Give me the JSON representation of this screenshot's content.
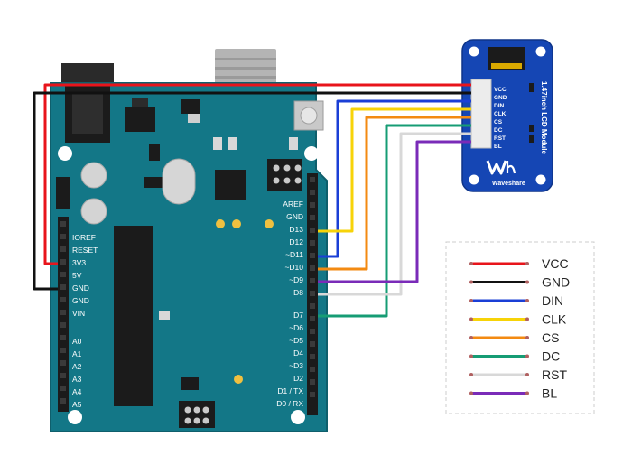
{
  "board": {
    "pins_left": [
      "IOREF",
      "RESET",
      "3V3",
      "5V",
      "GND",
      "GND",
      "VIN",
      "",
      "A0",
      "A1",
      "A2",
      "A3",
      "A4",
      "A5"
    ],
    "pins_right": [
      "AREF",
      "GND",
      "D13",
      "D12",
      "~D11",
      "~D10",
      "~D9",
      "D8",
      "",
      "D7",
      "~D6",
      "~D5",
      "D4",
      "~D3",
      "D2",
      "D1 / TX",
      "D0 / RX"
    ]
  },
  "module": {
    "title": "1.47inch LCD Module",
    "brand": "Waveshare",
    "pins": [
      "VCC",
      "GND",
      "DIN",
      "CLK",
      "CS",
      "DC",
      "RST",
      "BL"
    ]
  },
  "legend": [
    {
      "label": "VCC",
      "color": "#e8141b"
    },
    {
      "label": "GND",
      "color": "#111111"
    },
    {
      "label": "DIN",
      "color": "#1a3fd6"
    },
    {
      "label": "CLK",
      "color": "#f7d308"
    },
    {
      "label": "CS",
      "color": "#f38a11"
    },
    {
      "label": "DC",
      "color": "#169c74"
    },
    {
      "label": "RST",
      "color": "#d8d8d8"
    },
    {
      "label": "BL",
      "color": "#7a2bb8"
    }
  ],
  "colors": {
    "board": "#137787",
    "board_edge": "#0f5f6c",
    "module": "#1546b4"
  }
}
